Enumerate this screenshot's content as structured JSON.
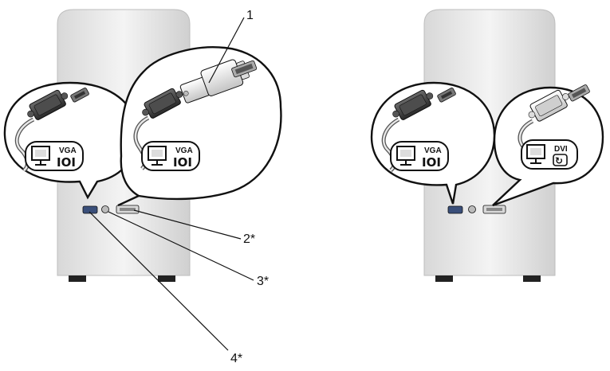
{
  "callouts": [
    {
      "id": "1",
      "text": "1"
    },
    {
      "id": "2",
      "text": "2*"
    },
    {
      "id": "3",
      "text": "3*"
    },
    {
      "id": "4",
      "text": "4*"
    }
  ],
  "left_computer": {
    "bubble_left": {
      "label": "VGA",
      "symbol": "IOI",
      "icon": "monitor-icon"
    },
    "bubble_right": {
      "label": "VGA",
      "symbol": "IOI",
      "icon": "monitor-icon",
      "adapter": "dvi-to-vga-adapter"
    }
  },
  "right_computer": {
    "bubble_left": {
      "label": "VGA",
      "symbol": "IOI",
      "icon": "monitor-icon"
    },
    "bubble_right": {
      "label": "DVI",
      "symbol": "↻",
      "icon": "monitor-icon"
    }
  },
  "colors": {
    "chassis_light": "#f1f1f1",
    "chassis_dark": "#d0d0d0",
    "line": "#111111",
    "connector_dark": "#3c3c3c"
  }
}
